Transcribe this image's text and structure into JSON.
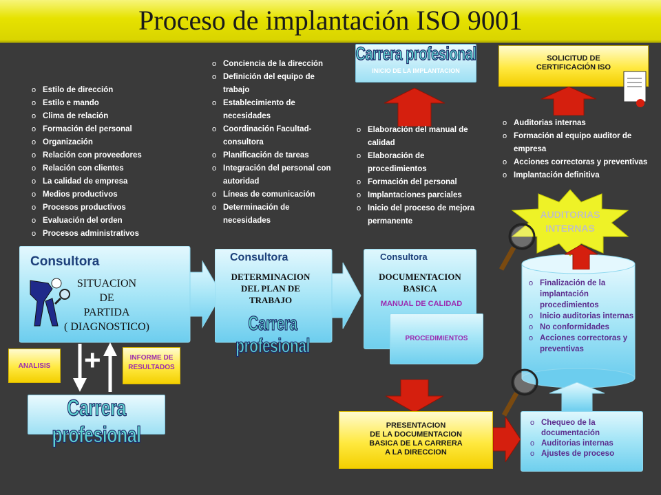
{
  "title": "Proceso de implantación ISO 9001",
  "col1": {
    "items": [
      "Estilo de dirección",
      "Estilo e mando",
      "Clima de relación",
      "Formación del personal",
      "Organización",
      "Relación con proveedores",
      "Relación con clientes",
      "La calidad de empresa",
      "Medios productivos",
      "Procesos productivos",
      "Evaluación del orden",
      "Procesos administrativos"
    ],
    "box_label": "Consultora",
    "box_text": [
      "SITUACION",
      "DE",
      "PARTIDA",
      "( DIAGNOSTICO)"
    ],
    "analisis": "ANALISIS",
    "plus": "+",
    "informe": [
      "INFORME DE",
      "RESULTADOS"
    ],
    "banner": "Carrera profesional"
  },
  "col2": {
    "items": [
      "Conciencia de la dirección",
      "Definición del equipo de trabajo",
      "Establecimiento de necesidades",
      "Coordinación Facultad- consultora",
      "Planificación de tareas",
      "Integración del personal con autoridad",
      "Líneas de comunicación",
      "Determinación de necesidades"
    ],
    "box_label": "Consultora",
    "box_text": [
      "DETERMINACION",
      "DEL PLAN DE",
      "TRABAJO"
    ],
    "banner": "Carrera profesional"
  },
  "col3": {
    "top_banner": "Carrera profesional",
    "top_banner_sub": "INICIO DE LA IMPLANTACION",
    "items": [
      "Elaboración del manual de calidad",
      "Elaboración de procedimientos",
      "Formación del personal",
      "Implantaciones parciales",
      "Inicio del proceso de mejora permanente"
    ],
    "box_label": "Consultora",
    "box_text": [
      "DOCUMENTACION",
      "BASICA"
    ],
    "manual": "MANUAL DE CALIDAD",
    "procedimientos": "PROCEDIMIENTOS",
    "presentacion": [
      "PRESENTACION",
      "DE LA DOCUMENTACION",
      "BASICA DE LA CARRERA",
      "A LA DIRECCION"
    ]
  },
  "col4": {
    "solicitud": [
      "SOLICITUD DE",
      "CERTIFICACIÓN ISO"
    ],
    "items": [
      "Auditorias internas",
      "Formación al equipo auditor de empresa",
      "Acciones correctoras y preventivas",
      "Implantación definitiva"
    ],
    "burst": [
      "AUDITORIAS",
      "INTERNAS"
    ],
    "cylinder_items": [
      "Finalización de la implantación procedimientos",
      "Inicio auditorias internas",
      "No conformidades",
      "Acciones correctoras y preventivas"
    ],
    "chequeo_items": [
      "Chequeo de la documentación",
      "Auditorias internas",
      "Ajustes de proceso"
    ]
  },
  "colors": {
    "title_bg": "#e6e200",
    "background": "#3a3a3a",
    "cyan": "#a7e6f7",
    "yellow": "#ffe940",
    "red_arrow": "#d51f0e",
    "purple_text": "#5b2d8e"
  }
}
